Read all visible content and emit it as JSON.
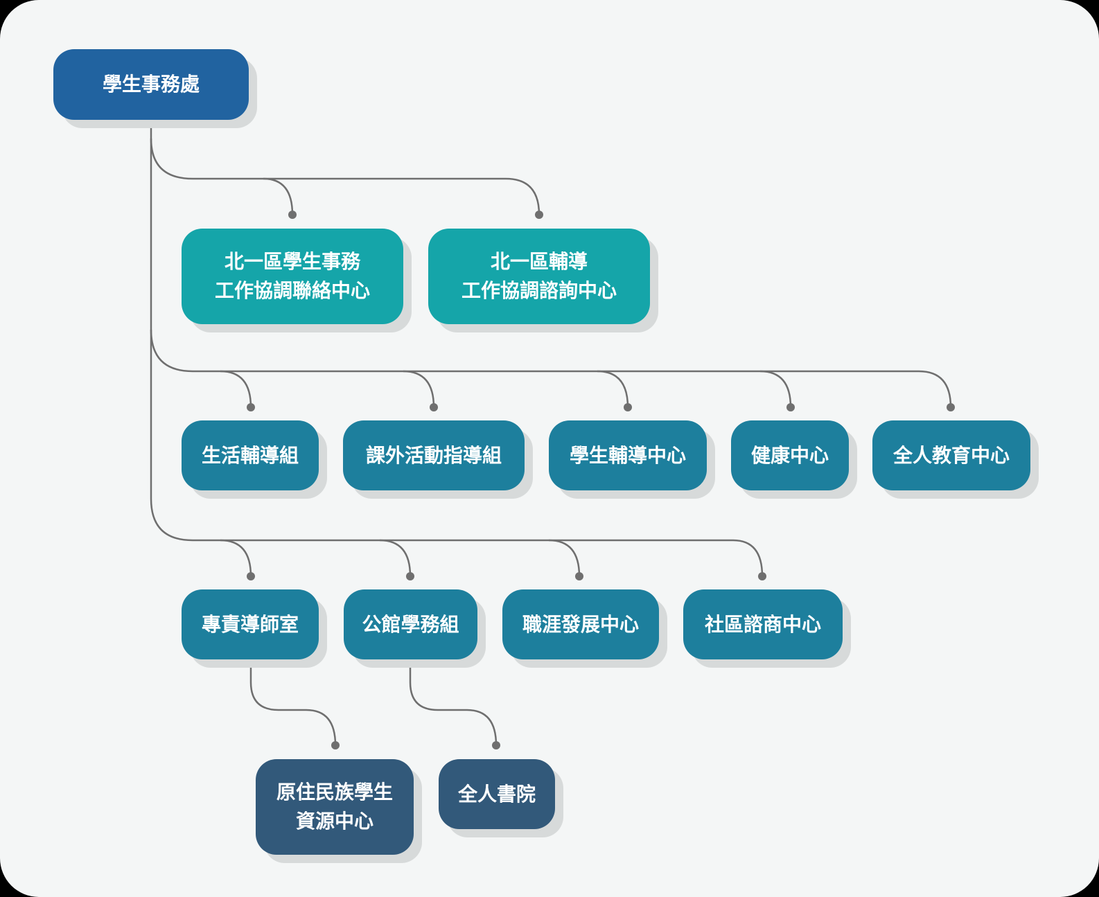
{
  "root": {
    "label": "學生事務處"
  },
  "tier1": [
    {
      "label": "北一區學生事務\n工作協調聯絡中心"
    },
    {
      "label": "北一區輔導\n工作協調諮詢中心"
    }
  ],
  "tier2": [
    {
      "label": "生活輔導組"
    },
    {
      "label": "課外活動指導組"
    },
    {
      "label": "學生輔導中心"
    },
    {
      "label": "健康中心"
    },
    {
      "label": "全人教育中心"
    }
  ],
  "tier3": [
    {
      "label": "專責導師室"
    },
    {
      "label": "公館學務組"
    },
    {
      "label": "職涯發展中心"
    },
    {
      "label": "社區諮商中心"
    }
  ],
  "tier4": [
    {
      "label": "原住民族學生\n資源中心"
    },
    {
      "label": "全人書院"
    }
  ],
  "colors": {
    "background": "#f4f6f6",
    "root": "#2163a0",
    "teal": "#15a5a9",
    "blue": "#1d7f9d",
    "navy": "#32597a",
    "connector": "#6f6f6f"
  }
}
